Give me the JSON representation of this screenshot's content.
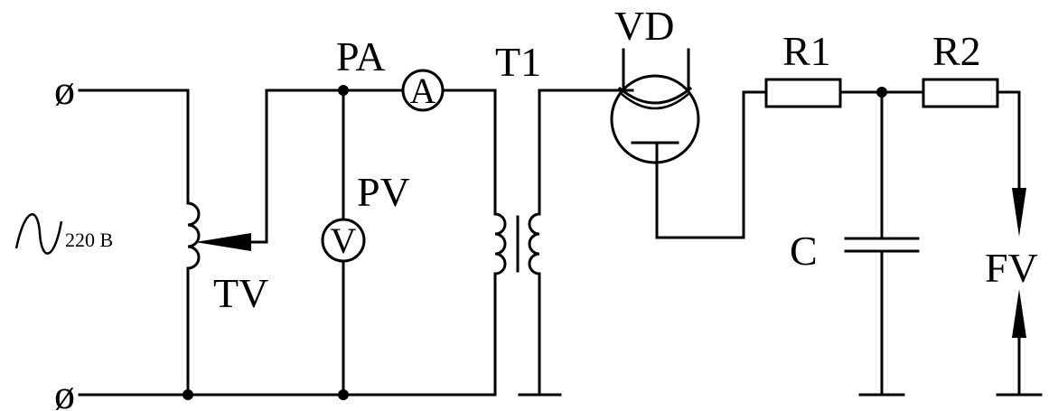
{
  "labels": {
    "tv": "TV",
    "pa": "PA",
    "pv": "PV",
    "t1": "T1",
    "vd": "VD",
    "r1": "R1",
    "r2": "R2",
    "c": "C",
    "fv": "FV",
    "supply": "220 B",
    "ammeter_letter": "A",
    "voltmeter_letter": "V",
    "terminal_top": "ø",
    "terminal_bottom": "ø"
  },
  "colors": {
    "ink": "#000000",
    "background": "#ffffff"
  },
  "icons": {
    "ac_source": "sine-wave-icon",
    "ammeter": "ammeter-icon",
    "voltmeter": "voltmeter-icon",
    "diode": "vacuum-diode-icon"
  }
}
